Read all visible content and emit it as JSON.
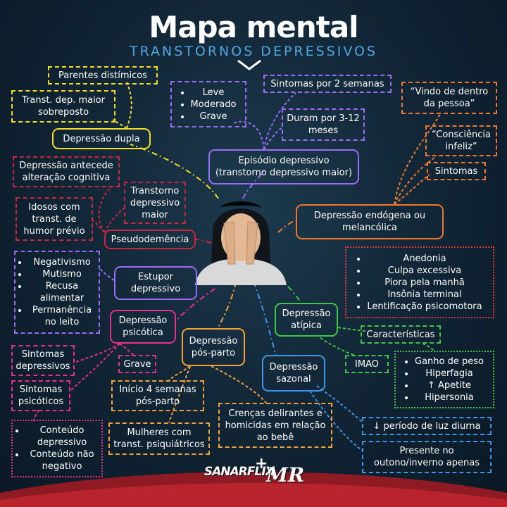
{
  "title": "Mapa mental",
  "subtitle": "TRANSTORNOS DEPRESSIVOS",
  "nodes": {
    "parentes": "Parentes distímicos",
    "transt_dep_l1": "Transt. dep. maior",
    "transt_dep_l2": "sobreposto",
    "dep_dupla": "Depressão dupla",
    "gravidade": [
      "Leve",
      "Moderado",
      "Grave"
    ],
    "sintomas2": "Sintomas por 2 semanas",
    "duram_l1": "Duram por 3-12",
    "duram_l2": "meses",
    "episodio_l1": "Episódio depressivo",
    "episodio_l2": "(transtorno depressivo maior)",
    "vindo_l1": "“Vindo de dentro",
    "vindo_l2": "da pessoa”",
    "consc_l1": "“Consciência",
    "consc_l2": "infeliz”",
    "sintomas": "Sintomas",
    "endogena_l1": "Depressão endógena ou",
    "endogena_l2": "melancólica",
    "endogena_list": [
      "Anedonia",
      "Culpa excessiva",
      "Piora pela manhã",
      "Insônia terminal",
      "Lentificação psicomotora"
    ],
    "antecede_l1": "Depressão antecede",
    "antecede_l2": "alteração cognitiva",
    "tdm_l1": "Transtorno",
    "tdm_l2": "depressivo",
    "tdm_l3": "maior",
    "idosos_l1": "Idosos com",
    "idosos_l2": "transt. de",
    "idosos_l3": "humor prévio",
    "pseudo": "Pseudodemência",
    "estupor_list": [
      "Negativismo",
      "Mutismo",
      "Recusa alimentar",
      "Permanência no leito"
    ],
    "estupor_l1": "Estupor",
    "estupor_l2": "depressivo",
    "psicotica_l1": "Depressão",
    "psicotica_l2": "psicótica",
    "sint_dep_l1": "Sintomas",
    "sint_dep_l2": "depressivos",
    "grave": "Grave",
    "sint_psi_l1": "Sintomas",
    "sint_psi_l2": "psicóticos",
    "conteudo_list": [
      "Conteúdo depressivo",
      "Conteúdo não negativo"
    ],
    "posparto_l1": "Depressão",
    "posparto_l2": "pós-parto",
    "inicio_l1": "Início 4 semanas",
    "inicio_l2": "pós-parto",
    "mulheres_l1": "Mulheres com",
    "mulheres_l2": "transt. psiquiátricos",
    "crencas_l1": "Crenças delirantes e",
    "crencas_l2": "homicidas em relação",
    "crencas_l3": "ao bebê",
    "atipica_l1": "Depressão",
    "atipica_l2": "atípica",
    "caracteristicas": "Características",
    "imao": "IMAO",
    "atipica_list": [
      "Ganho de peso",
      "Hiperfagia",
      "↑ Apetite",
      "Hipersonia"
    ],
    "sazonal_l1": "Depressão",
    "sazonal_l2": "sazonal",
    "luz": "↓ período de luz diurna",
    "presente_l1": "Presente no",
    "presente_l2": "outono/inverno apenas"
  },
  "logos": {
    "sanar": "SANARFLIX",
    "plus": "+",
    "mr": "MR"
  },
  "colors": {
    "yellow": "#f3dc2a",
    "purple": "#9b6cf5",
    "orange": "#f0772e",
    "red": "#e23a3a",
    "maroon": "#c8283c",
    "pink": "#e6318a",
    "green": "#3fc64a",
    "blue": "#3f95e8",
    "gold": "#f0a23a"
  }
}
